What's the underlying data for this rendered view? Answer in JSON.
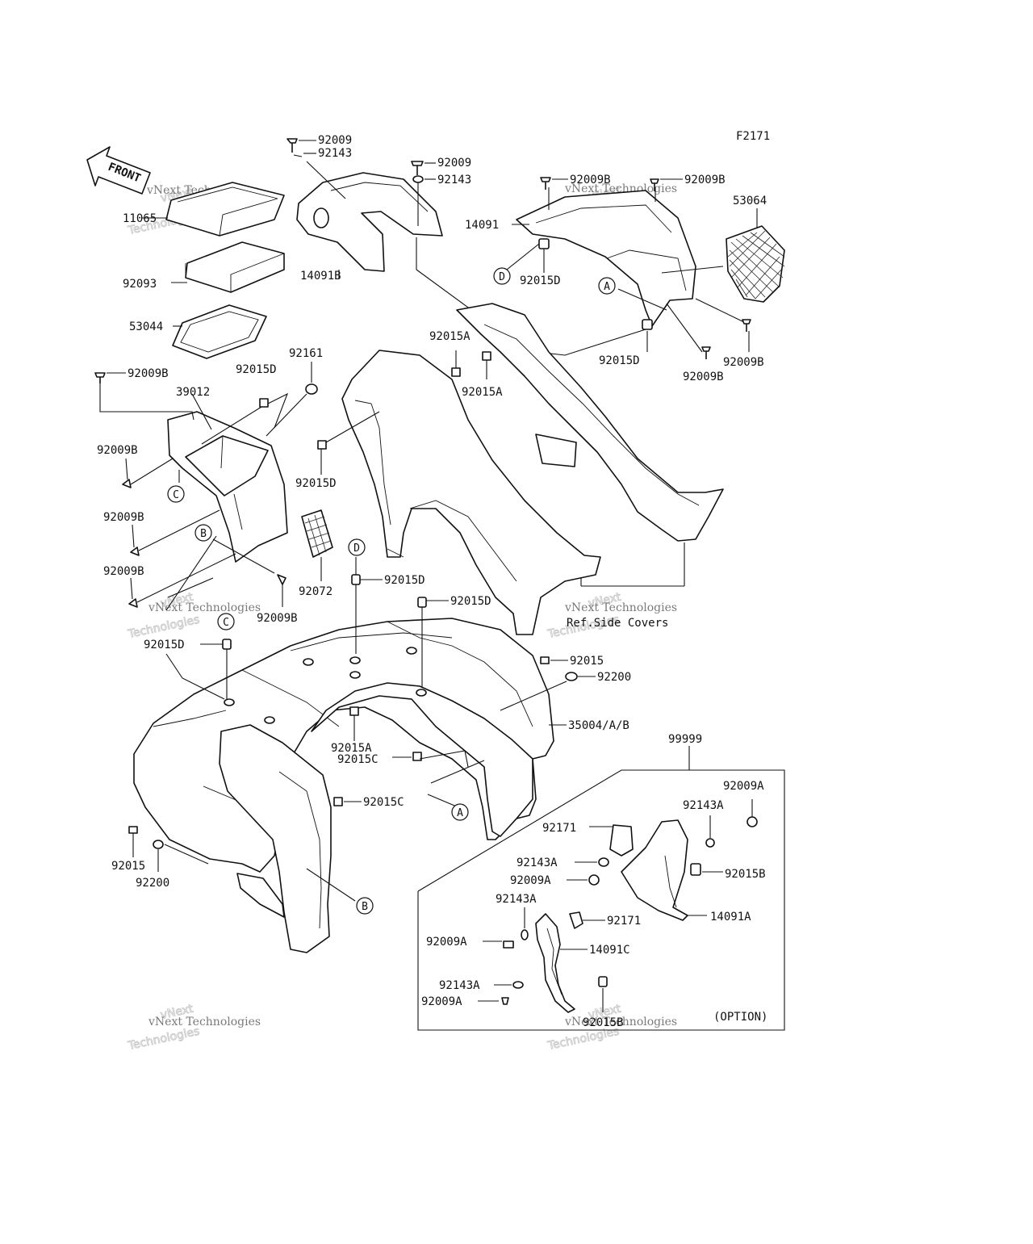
{
  "figure_code": "F2171",
  "front_label": "FRONT",
  "option_label": "(OPTION)",
  "ref_note": "Ref.Side Covers",
  "watermark": {
    "line1": "vNext",
    "line2": "Technologies",
    "small": "vNext Technologies"
  },
  "ref_markers": [
    "A",
    "B",
    "C",
    "D"
  ],
  "labels": {
    "l01": "92009",
    "l02": "92143",
    "l03": "92009",
    "l04": "92143",
    "l05": "11065",
    "l06": "14091B",
    "l07": "92093",
    "l08": "53044",
    "l09": "92009B",
    "l10": "92009B",
    "l11": "53064",
    "l12": "14091",
    "l13": "92015D",
    "l14": "92015D",
    "l15": "92009B",
    "l16": "92009B",
    "l17": "92015A",
    "l18": "92015A",
    "l19": "92161",
    "l20": "92009B",
    "l21": "92015D",
    "l22": "39012",
    "l23": "92009B",
    "l24": "92015D",
    "l25": "92009B",
    "l26": "92009B",
    "l27": "92072",
    "l28": "92009B",
    "l29": "92015D",
    "l30": "92015D",
    "l31": "92015D",
    "l32": "92015",
    "l33": "92200",
    "l34": "35004/A/B",
    "l35": "92015A",
    "l36": "92015C",
    "l37": "92015C",
    "l38": "99999",
    "l39": "92009A",
    "l40": "92143A",
    "l41": "92171",
    "l42": "92143A",
    "l43": "92009A",
    "l44": "92015B",
    "l45": "92143A",
    "l46": "92171",
    "l47": "14091A",
    "l48": "92009A",
    "l49": "14091C",
    "l50": "92143A",
    "l51": "92009A",
    "l52": "92015B",
    "l53": "92015",
    "l54": "92200"
  }
}
